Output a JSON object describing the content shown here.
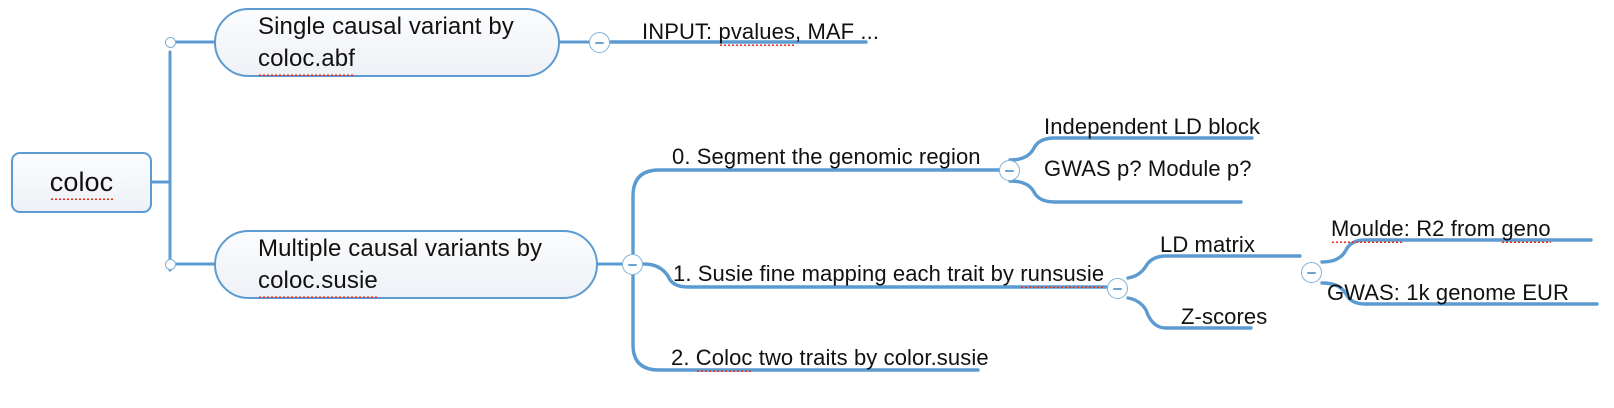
{
  "diagram": {
    "type": "mindmap",
    "title": "coloc",
    "colors": {
      "branch": "#5b9bd1",
      "node_border": "#5b9bd1",
      "node_fill": "#eef1f6",
      "text": "#111111",
      "spellcheck_underline": "#e8321e",
      "background": "#ffffff"
    }
  },
  "root": {
    "label": "coloc",
    "spellcheck_words": [
      "coloc"
    ]
  },
  "branches": [
    {
      "id": "abf",
      "label_line1": "Single causal variant by",
      "label_line2": "coloc.abf",
      "spellcheck_words": [
        "coloc.abf"
      ],
      "children": [
        {
          "id": "abf-input",
          "label": "INPUT: pvalues, MAF ...",
          "spellcheck_words": [
            "pvalues"
          ]
        }
      ]
    },
    {
      "id": "susie",
      "label_line1": "Multiple causal variants by",
      "label_line2": "coloc.susie",
      "spellcheck_words": [
        "coloc.susie"
      ],
      "children": [
        {
          "id": "step0",
          "label": "0. Segment the genomic region",
          "spellcheck_words": [],
          "children": [
            {
              "id": "ld-block",
              "label": "Independent LD block",
              "spellcheck_words": []
            },
            {
              "id": "gwas-p",
              "label": "GWAS p? Module p?",
              "spellcheck_words": []
            }
          ]
        },
        {
          "id": "step1",
          "label": "1. Susie fine mapping each trait by runsusie",
          "spellcheck_words": [
            "runsusie"
          ],
          "children": [
            {
              "id": "ld-matrix",
              "label": "LD matrix",
              "spellcheck_words": [],
              "children": [
                {
                  "id": "moulde-r2",
                  "label": "Moulde: R2 from geno",
                  "spellcheck_words": [
                    "Moulde",
                    "geno"
                  ]
                },
                {
                  "id": "gwas-1k",
                  "label": "GWAS: 1k genome EUR",
                  "spellcheck_words": []
                }
              ]
            },
            {
              "id": "z-scores",
              "label": "Z-scores",
              "spellcheck_words": []
            }
          ]
        },
        {
          "id": "step2",
          "label": "2. Coloc two traits by color.susie",
          "spellcheck_words": [
            "Coloc"
          ]
        }
      ]
    }
  ],
  "controls": {
    "collapse_abf_input": "minus",
    "collapse_susie": "minus",
    "collapse_step0": "minus",
    "collapse_step1": "minus",
    "collapse_ld_matrix": "minus",
    "root_branch_abf": "dot",
    "root_branch_susie": "dot"
  }
}
